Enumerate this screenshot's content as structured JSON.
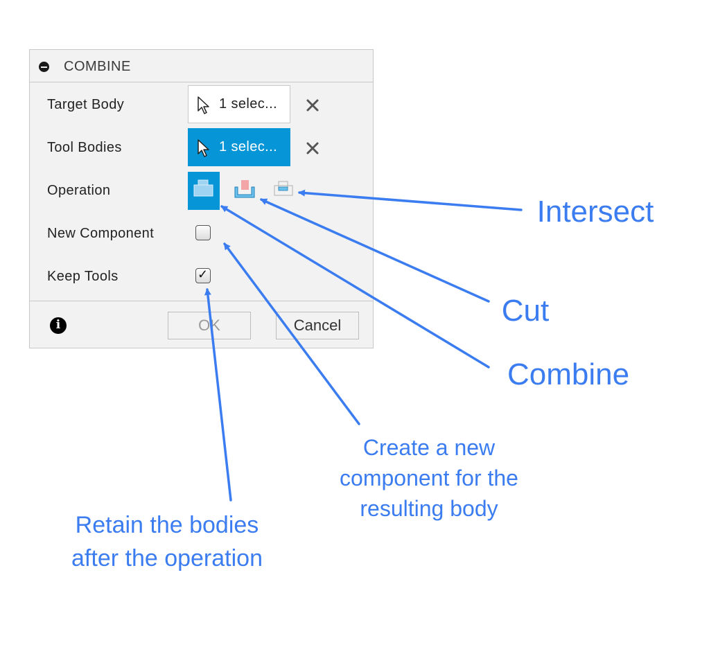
{
  "dialog": {
    "title": "COMBINE",
    "rows": {
      "target_body": {
        "label": "Target Body",
        "selection": "1 selec..."
      },
      "tool_bodies": {
        "label": "Tool Bodies",
        "selection": "1 selec..."
      },
      "operation": {
        "label": "Operation",
        "options": [
          "combine-operation-icon",
          "cut-operation-icon",
          "intersect-operation-icon"
        ]
      },
      "new_component": {
        "label": "New Component"
      },
      "keep_tools": {
        "label": "Keep Tools",
        "checked_mark": "✓"
      }
    },
    "buttons": {
      "ok": "OK",
      "cancel": "Cancel"
    }
  },
  "annotations": {
    "intersect": "Intersect",
    "cut": "Cut",
    "combine": "Combine",
    "new_component": [
      "Create a new",
      "component for the",
      "resulting body"
    ],
    "keep_tools": [
      "Retain the bodies",
      "after the operation"
    ]
  },
  "colors": {
    "accent": "#0696d7",
    "annotation": "#3b7df0"
  }
}
